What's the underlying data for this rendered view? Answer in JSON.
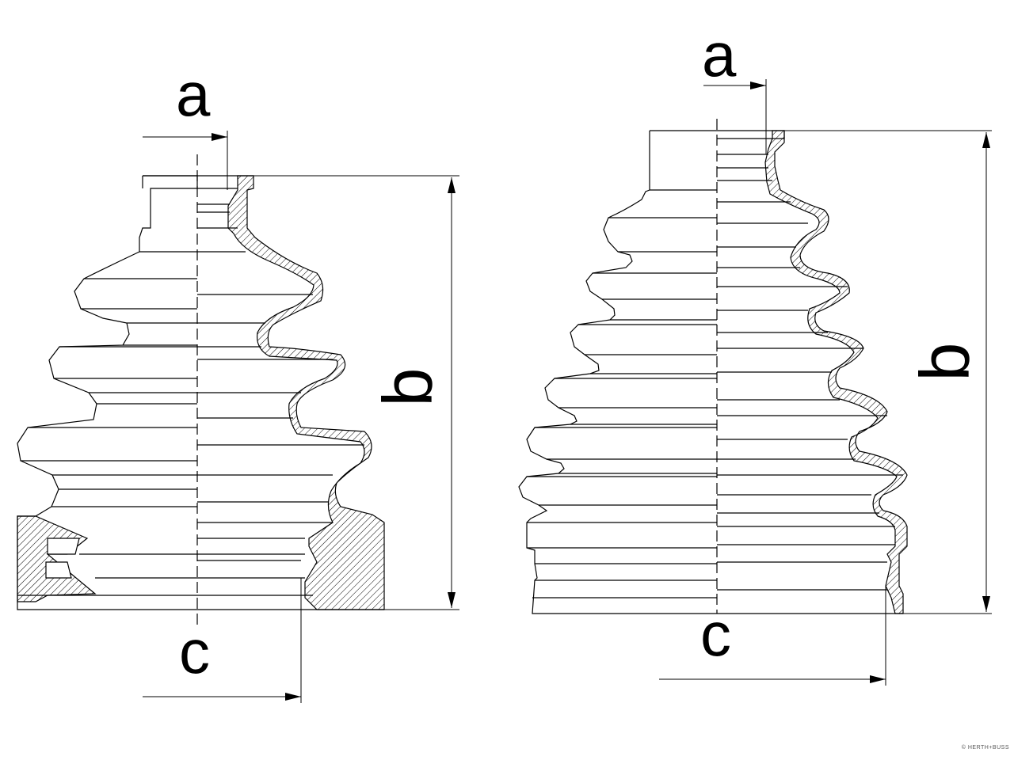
{
  "drawing": {
    "left_boot": {
      "label_a": "a",
      "label_b": "b",
      "label_c": "c"
    },
    "right_boot": {
      "label_a": "a",
      "label_b": "b",
      "label_c": "c"
    },
    "watermark": "© HERTH+BUSS"
  }
}
